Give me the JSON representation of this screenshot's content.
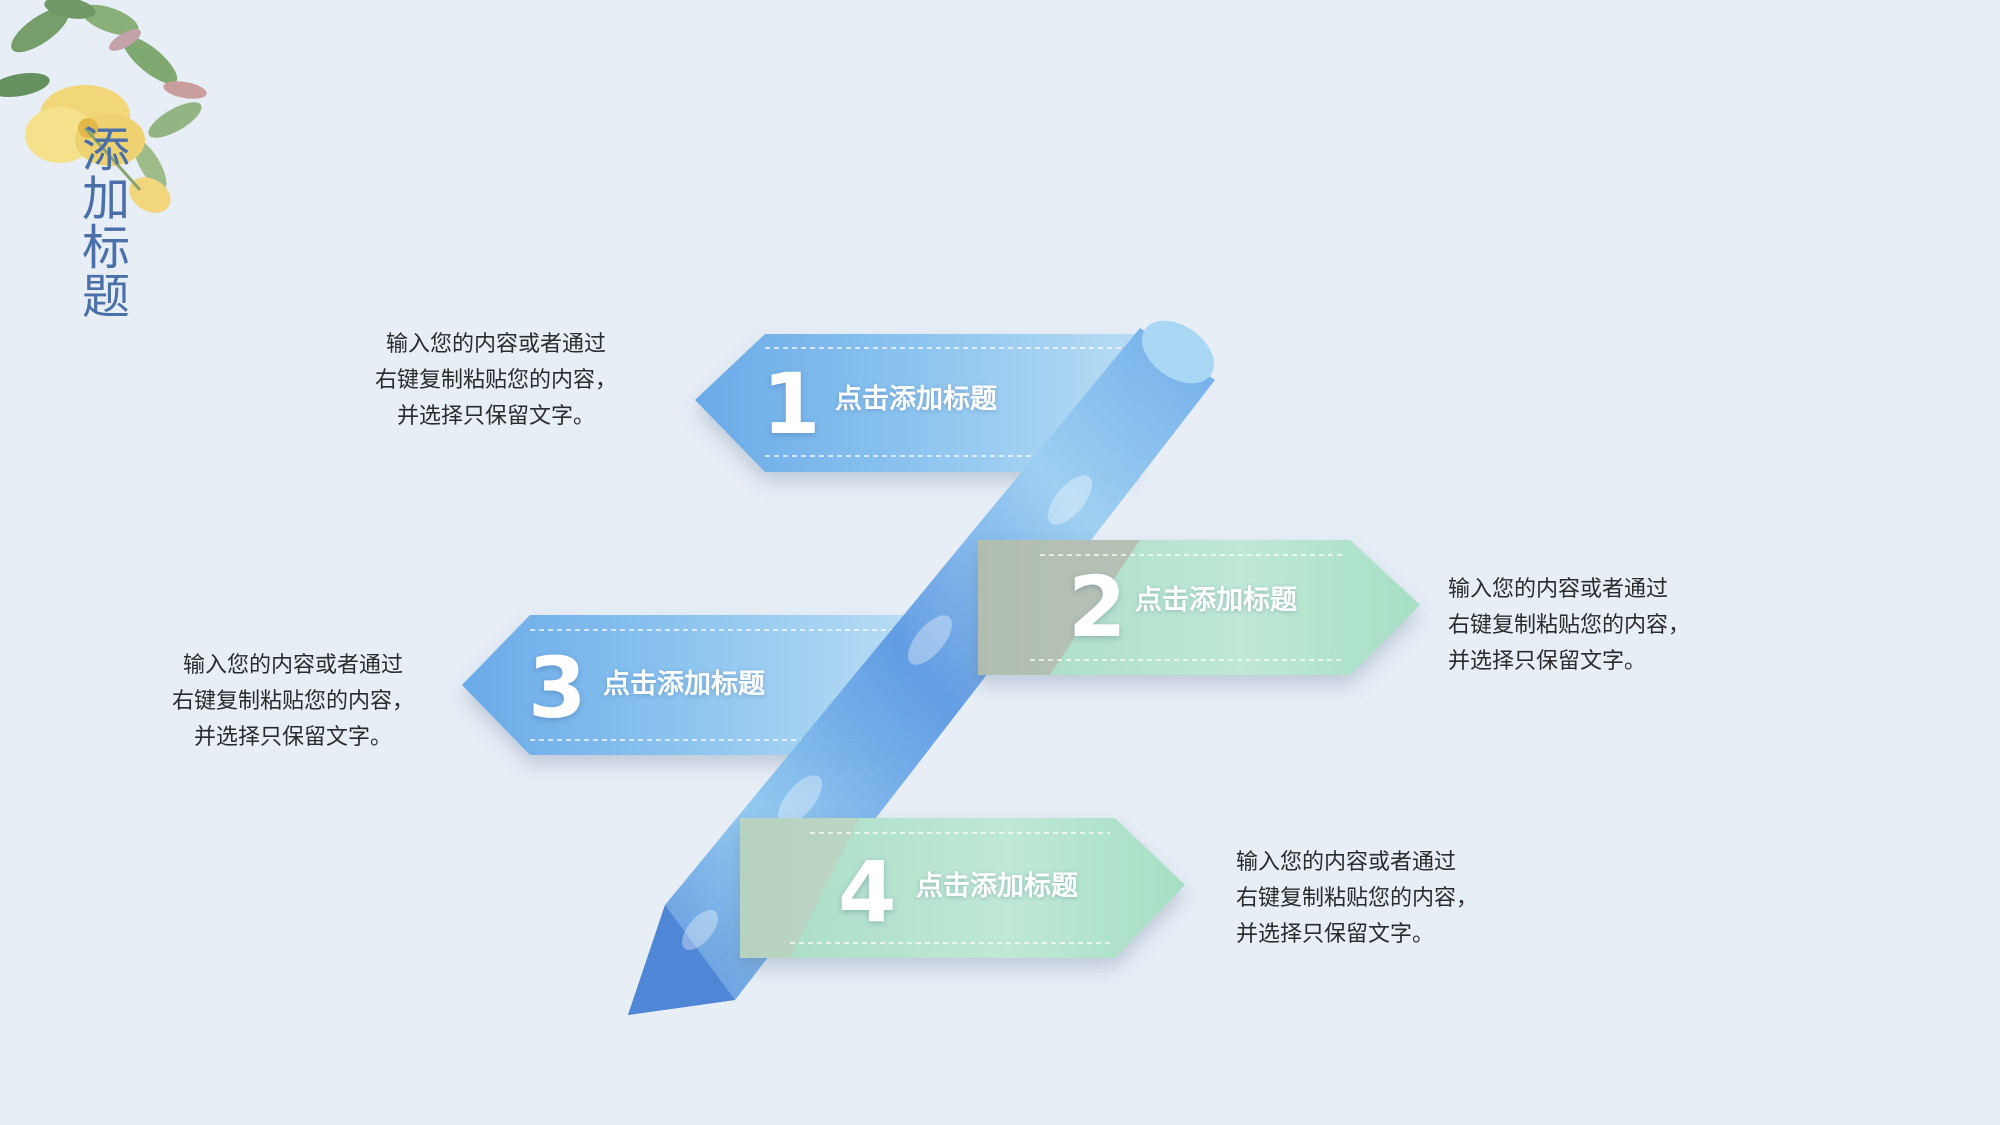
{
  "slide": {
    "title": "添加标题",
    "background_color": "#e7eef6",
    "title_color": "#4b6fa8"
  },
  "steps": [
    {
      "number": "1",
      "label": "点击添加标题",
      "style": "blue",
      "description": [
        "输入您的内容或者通过",
        "右键复制粘贴您的内容，",
        "并选择只保留文字。"
      ]
    },
    {
      "number": "2",
      "label": "点击添加标题",
      "style": "green",
      "description": [
        "输入您的内容或者通过",
        "右键复制粘贴您的内容，",
        "并选择只保留文字。"
      ]
    },
    {
      "number": "3",
      "label": "点击添加标题",
      "style": "blue",
      "description": [
        "输入您的内容或者通过",
        "右键复制粘贴您的内容，",
        "并选择只保留文字。"
      ]
    },
    {
      "number": "4",
      "label": "点击添加标题",
      "style": "green",
      "description": [
        "输入您的内容或者通过",
        "右键复制粘贴您的内容，",
        "并选择只保留文字。"
      ]
    }
  ],
  "colors": {
    "blue_light": "#a9d4f2",
    "blue_mid": "#6fb0e8",
    "blue_dark": "#4f86d6",
    "green_light": "#cfeee0",
    "green_mid": "#9fdcc0",
    "text": "#2b2b2b"
  },
  "decoration": "yellow-flower-with-leaves"
}
